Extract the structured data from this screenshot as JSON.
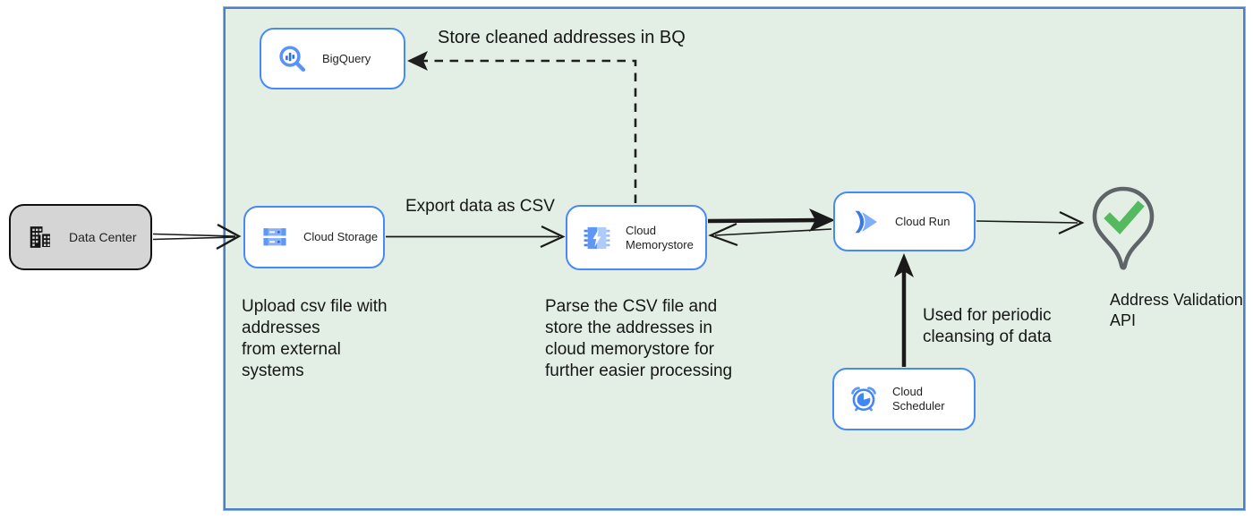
{
  "diagram": {
    "nodes": {
      "data_center": {
        "label": "Data Center"
      },
      "bigquery": {
        "label": "BigQuery"
      },
      "cloud_storage": {
        "label": "Cloud Storage"
      },
      "memorystore": {
        "label": "Cloud\nMemorystore"
      },
      "cloud_run": {
        "label": "Cloud Run"
      },
      "scheduler": {
        "label": "Cloud Scheduler"
      },
      "address_validation": {
        "label": "Address Validation\nAPI"
      }
    },
    "annotations": {
      "store_cleaned": "Store cleaned addresses in BQ",
      "export_csv": "Export data as CSV",
      "upload_csv": "Upload csv file with\naddresses\nfrom external\nsystems",
      "parse_csv": "Parse the CSV file and\nstore the addresses in\ncloud  memorystore for\nfurther easier processing",
      "periodic": "Used for periodic\ncleansing of data"
    },
    "colors": {
      "node_border_blue": "#478af5",
      "icon_blue": "#4285f4",
      "icon_blue_light": "#a5c4fa",
      "boundary_fill": "#e3efe4",
      "boundary_border": "#4c80c4",
      "data_center_fill": "#d5d5d5",
      "pin_gray": "#5f6469",
      "check_green": "#55b95f",
      "arrow_black": "#1a1a1a"
    }
  }
}
